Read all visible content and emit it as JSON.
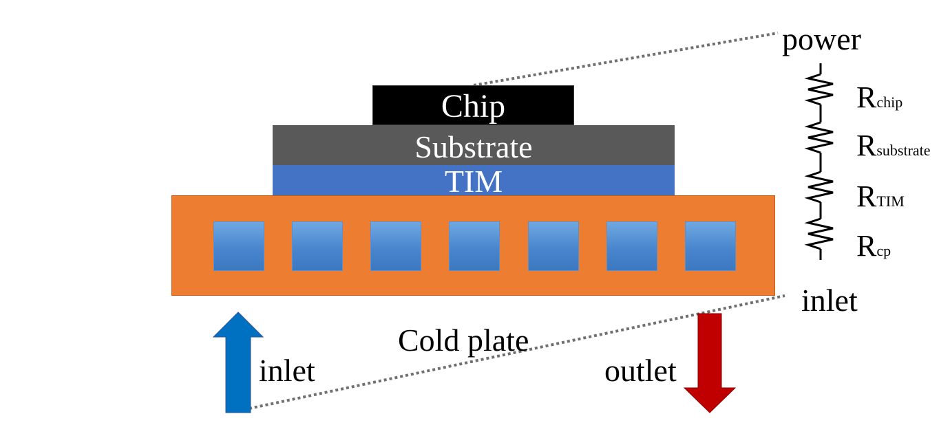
{
  "layers": {
    "chip": "Chip",
    "substrate": "Substrate",
    "tim": "TIM"
  },
  "cold_plate": {
    "label": "Cold plate",
    "channel_count": 7
  },
  "flow": {
    "inlet_label": "inlet",
    "outlet_label": "outlet",
    "inlet_color": "#0070c0",
    "outlet_color": "#c00000"
  },
  "circuit": {
    "top_label": "power",
    "bottom_label": "inlet",
    "resistors": [
      {
        "main": "R",
        "sub": "chip"
      },
      {
        "main": "R",
        "sub": "substrate"
      },
      {
        "main": "R",
        "sub": "TIM"
      },
      {
        "main": "R",
        "sub": "cp"
      }
    ]
  },
  "colors": {
    "chip": "#000000",
    "substrate": "#595959",
    "tim": "#4472c4",
    "cold_plate": "#ed7d31",
    "channel": "#5b9bd5"
  }
}
